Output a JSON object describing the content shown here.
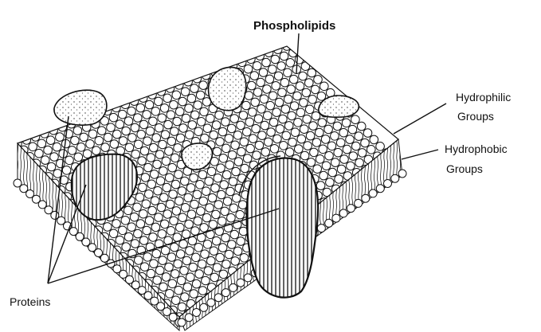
{
  "diagram": {
    "labels": {
      "phospholipids": "Phospholipids",
      "hydrophilic_line1": "Hydrophilic",
      "hydrophilic_line2": "Groups",
      "hydrophobic_line1": "Hydrophobic",
      "hydrophobic_line2": "Groups",
      "proteins": "Proteins"
    },
    "colors": {
      "ink": "#111111",
      "paper": "#ffffff"
    }
  }
}
